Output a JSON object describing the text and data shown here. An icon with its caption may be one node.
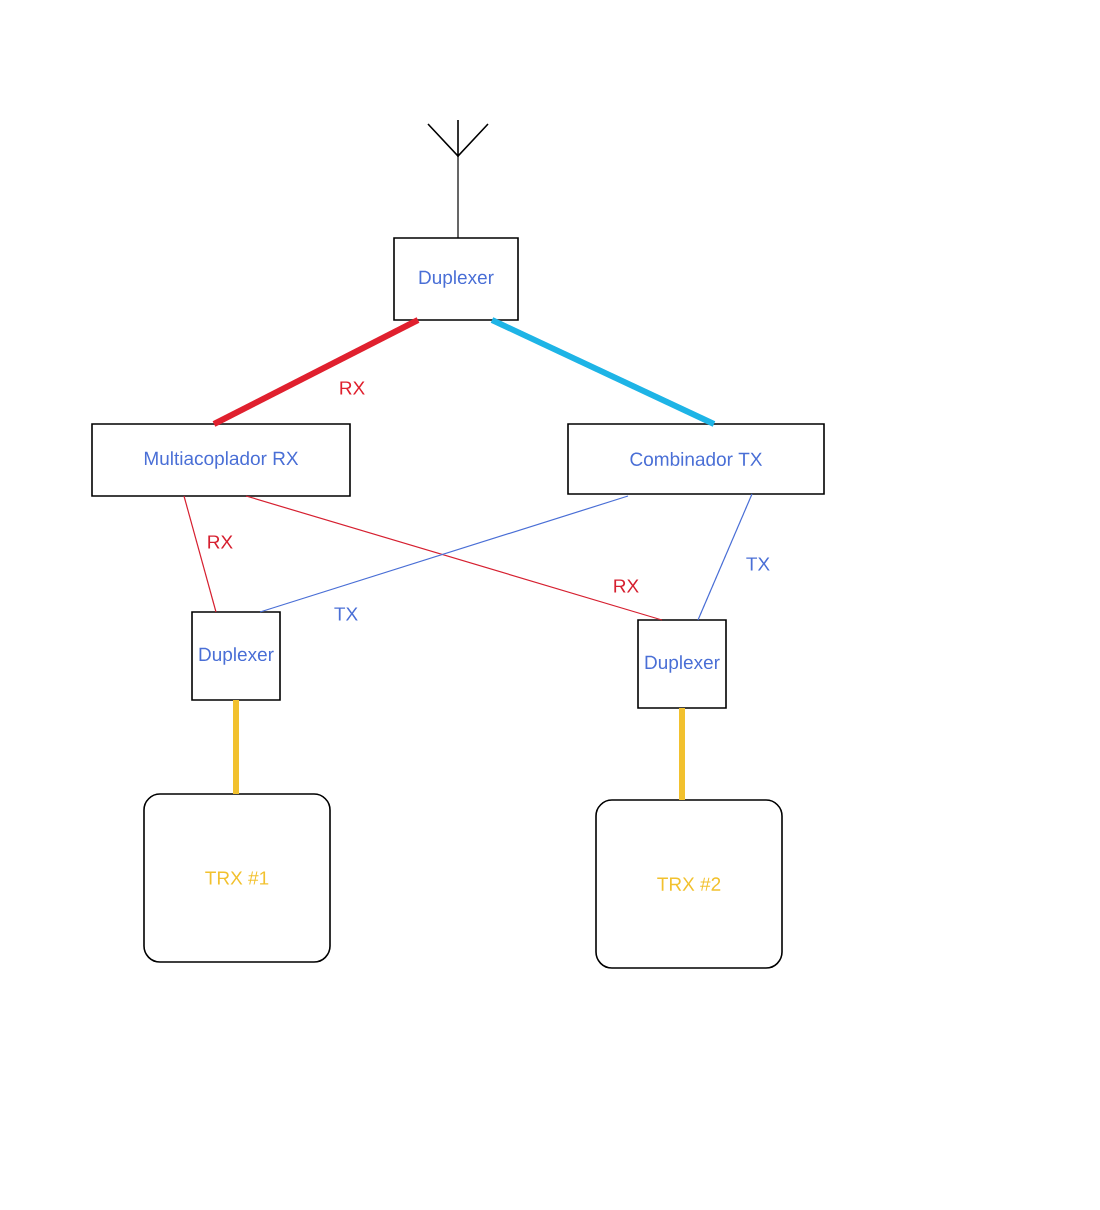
{
  "diagram": {
    "nodes": [
      {
        "text": [],
        "shape": "antenna"
      },
      {
        "text": [
          "Duplexer"
        ]
      },
      {
        "text": [
          "Multiacoplador RX"
        ]
      },
      {
        "text": [
          "Combinador TX"
        ]
      },
      {
        "text": [
          "Duplexer"
        ]
      },
      {
        "text": [
          "Duplexer"
        ]
      },
      {
        "text": [
          "TRX #1"
        ]
      },
      {
        "text": [
          "TRX #2"
        ]
      }
    ],
    "edges": [
      {
        "from": 0,
        "to": 1,
        "arrow": "none",
        "color": "#000000"
      },
      {
        "from": 1,
        "to": 2,
        "arrow": "none",
        "label": "RX",
        "style": "thick",
        "color": "#e0202e"
      },
      {
        "from": 1,
        "to": 3,
        "arrow": "none",
        "style": "thick",
        "color": "#1eb4e6"
      },
      {
        "from": 2,
        "to": 4,
        "arrow": "none",
        "label": "RX",
        "color": "#d62030"
      },
      {
        "from": 2,
        "to": 5,
        "arrow": "none",
        "label": "RX",
        "color": "#d62030"
      },
      {
        "from": 3,
        "to": 4,
        "arrow": "none",
        "label": "TX",
        "color": "#4a6fd6"
      },
      {
        "from": 3,
        "to": 5,
        "arrow": "none",
        "label": "TX",
        "color": "#4a6fd6"
      },
      {
        "from": 4,
        "to": 6,
        "arrow": "none",
        "style": "thick",
        "color": "#f2c12e"
      },
      {
        "from": 5,
        "to": 7,
        "arrow": "none",
        "style": "thick",
        "color": "#f2c12e"
      }
    ]
  }
}
